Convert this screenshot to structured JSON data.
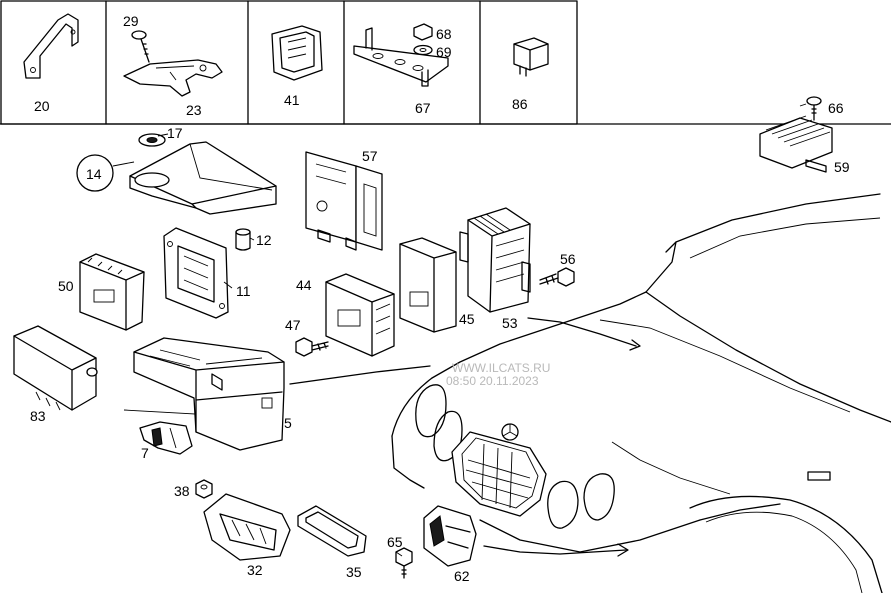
{
  "watermark": {
    "site": "WWW.ILCATS.RU",
    "timestamp": "08:50 20.11.2023"
  },
  "callouts": {
    "p20": "20",
    "p29": "29",
    "p23": "23",
    "p41": "41",
    "p68": "68",
    "p69": "69",
    "p67": "67",
    "p86": "86",
    "p66": "66",
    "p59": "59",
    "p17": "17",
    "p14": "14",
    "p57": "57",
    "p12": "12",
    "p11": "11",
    "p50": "50",
    "p56": "56",
    "p44": "44",
    "p45": "45",
    "p53": "53",
    "p47": "47",
    "p83": "83",
    "p5": "5",
    "p7": "7",
    "p38": "38",
    "p32": "32",
    "p35": "35",
    "p65": "65",
    "p62": "62"
  }
}
